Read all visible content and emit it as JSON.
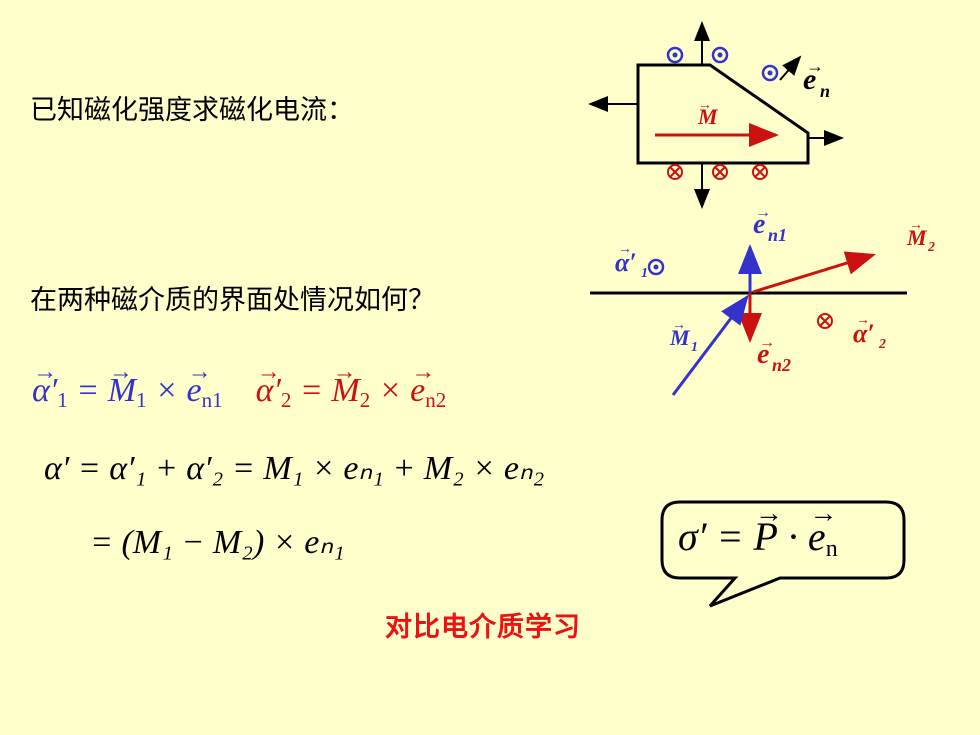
{
  "heading1": "已知磁化强度求磁化电流：",
  "heading2": "在两种磁介质的界面处情况如何？",
  "compare_label": "对比电介质学习",
  "diagram_top": {
    "M_label": "M",
    "en_label": "e",
    "en_sub": "n"
  },
  "diagram_interface": {
    "en1_label": "e",
    "en1_sub": "n1",
    "en2_label": "e",
    "en2_sub": "n2",
    "M1_label": "M",
    "M1_sub": "1",
    "M2_label": "M",
    "M2_sub": "2",
    "alpha1_label": "α′",
    "alpha1_sub": "1",
    "alpha2_label": "α′",
    "alpha2_sub": "2"
  },
  "equations": {
    "eq1": {
      "lhs": "α′",
      "lhs_sub": "1",
      "M": "M",
      "M_sub": "1",
      "e": "e",
      "e_sub": "n1"
    },
    "eq2": {
      "lhs": "α′",
      "lhs_sub": "2",
      "M": "M",
      "M_sub": "2",
      "e": "e",
      "e_sub": "n2"
    },
    "sum": "α′ = α′₁ + α′₂ = M₁ × eₙ₁ + M₂ × eₙ₂",
    "result": "= (M₁ − M₂) × eₙ₁"
  },
  "callout": {
    "sigma": "σ′",
    "P": "P",
    "e": "e",
    "e_sub": "n"
  },
  "colors": {
    "background": "#ffffcc",
    "blue": "#3333cc",
    "red": "#cc1111"
  }
}
